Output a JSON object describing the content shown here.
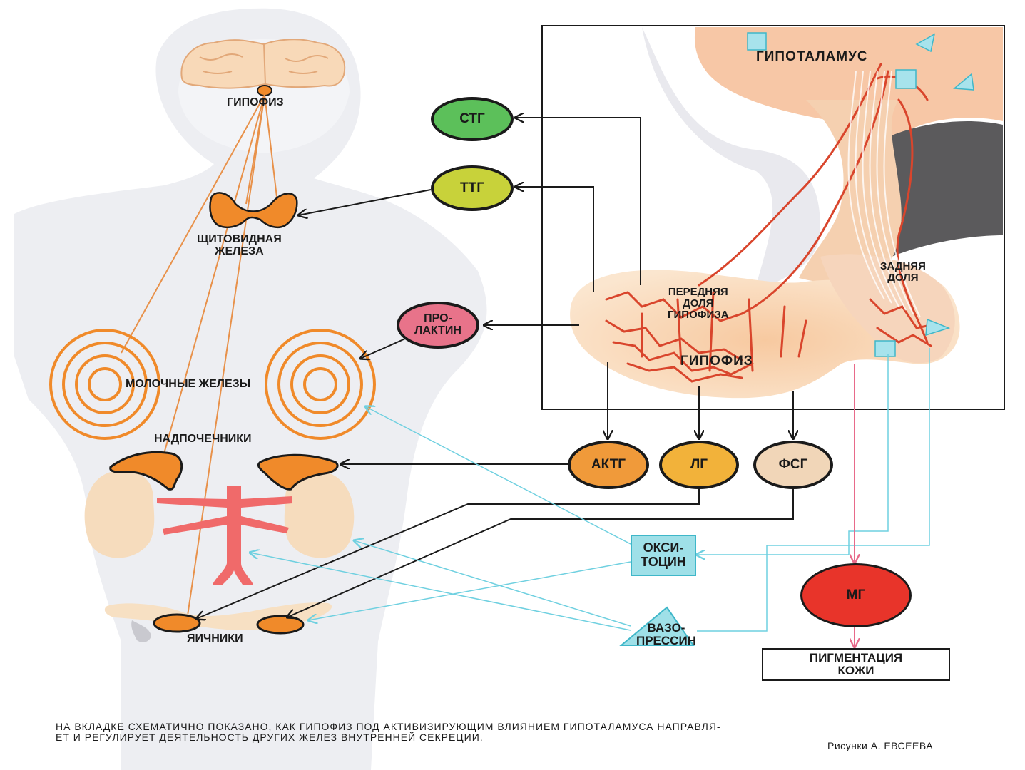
{
  "labels": {
    "hypophysis_left": "ГИПОФИЗ",
    "thyroid": "ЩИТОВИДНАЯ\nЖЕЛЕЗА",
    "mammary": "МОЛОЧНЫЕ  ЖЕЛЕЗЫ",
    "adrenals": "НАДПОЧЕЧНИКИ",
    "ovaries": "ЯИЧНИКИ",
    "hypothalamus": "ГИПОТАЛАМУС",
    "anterior_lobe": "ПЕРЕДНЯЯ\nДОЛЯ\nГИПОФИЗА",
    "posterior_lobe": "ЗАДНЯЯ\nДОЛЯ",
    "hypophysis_right": "ГИПОФИЗ"
  },
  "hormones": {
    "stg": "СТГ",
    "ttg": "ТТГ",
    "prolactin": "ПРО-\nЛАКТИН",
    "aktg": "АКТГ",
    "lg": "ЛГ",
    "fsg": "ФСГ",
    "mg": "МГ",
    "oxytocin": "ОКСИ-\nТОЦИН",
    "vasopressin": "ВАЗО-\nПРЕССИН"
  },
  "effects": {
    "pigmentation": "ПИГМЕНТАЦИЯ\nКОЖИ"
  },
  "caption": "НА ВКЛАДКЕ СХЕМАТИЧНО ПОКАЗАНО, КАК ГИПОФИЗ ПОД АКТИВИЗИРУЮЩИМ ВЛИЯНИЕМ ГИПОТАЛАМУСА НАПРАВЛЯ-\nЕТ И РЕГУЛИРУЕТ ДЕЯТЕЛЬНОСТЬ ДРУГИХ ЖЕЛЕЗ ВНУТРЕННЕЙ СЕКРЕЦИИ.",
  "credit": "Рисунки  А. ЕВСЕЕВА",
  "colors": {
    "stg": "#5cc05a",
    "ttg": "#c8d23a",
    "prolactin": "#e8738a",
    "aktg": "#f09a3a",
    "lg": "#f2b23a",
    "fsg": "#f1d6b8",
    "mg": "#e8342a",
    "gland": "#f08a2a",
    "cyan": "#6fd0e0",
    "vessel": "#d9452c"
  }
}
